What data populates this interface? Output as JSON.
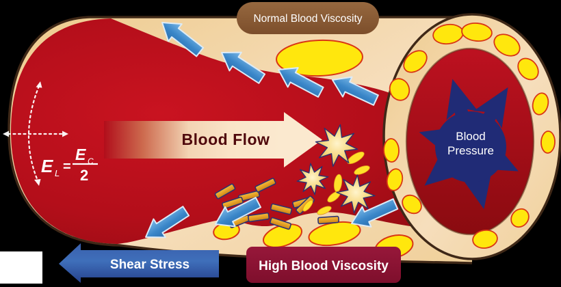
{
  "title": "Blood viscosity and vessel diagram",
  "labels": {
    "normal_viscosity": "Normal Blood Viscosity",
    "blood_flow": "Blood Flow",
    "blood_pressure_line1": "Blood",
    "blood_pressure_line2": "Pressure",
    "shear_stress": "Shear Stress",
    "high_viscosity": "High Blood Viscosity"
  },
  "formula": {
    "lhs_base": "E",
    "lhs_sub": "L",
    "equals": "=",
    "num_base": "E",
    "num_sub": "C",
    "denominator": "2"
  },
  "icons": {
    "shear_arrows": "blue-direction-arrow",
    "pressure_star": "radiating-pressure-arrows",
    "axes": "dashed-coordinate-axes",
    "plaque": "yellow-lipid-deposit",
    "platelet_rod": "orange-rod-particle",
    "activated_cell": "yellow-starburst-cell"
  },
  "colors": {
    "background": "#000000",
    "blood_red": "#bb0f1c",
    "blood_red_dark": "#8c0b10",
    "vessel_wall_tan": "#f3d79f",
    "wall_outline_brown": "#3f2817",
    "label_pill_brown": "#8a5b36",
    "flow_arrow_cream": "#fbe9ce",
    "flow_text_maroon": "#4f080c",
    "shear_banner_blue": "#33539f",
    "high_viscosity_maroon": "#8e1434",
    "pressure_navy": "#202b76",
    "plaque_yellow": "#ffe70d",
    "plaque_stroke": "#d93615",
    "arrow_blue": "#3a86c8"
  }
}
